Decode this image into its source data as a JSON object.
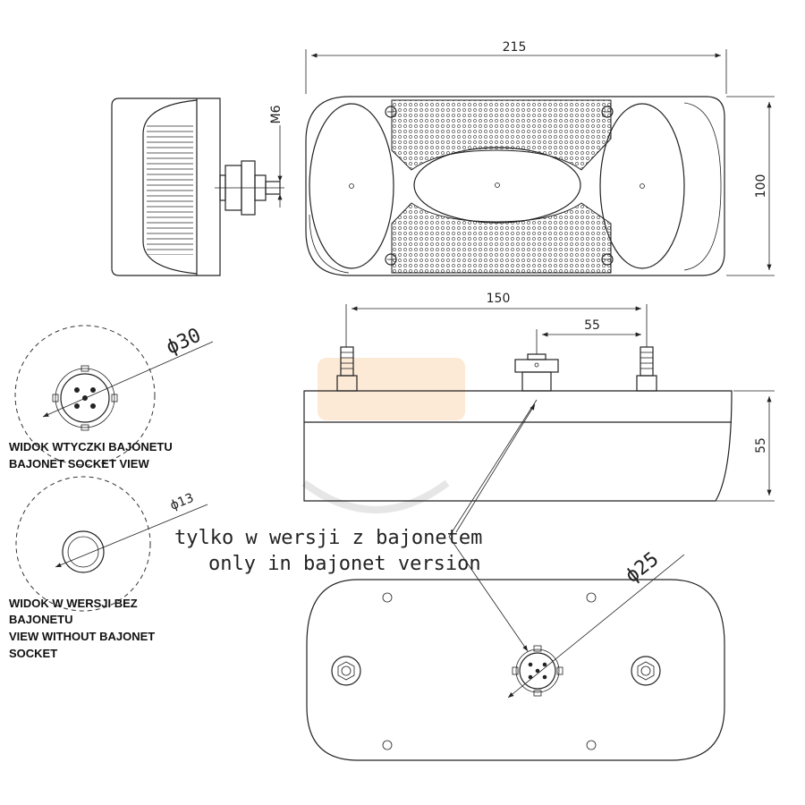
{
  "dimensions": {
    "length": "215",
    "height_front": "100",
    "thread": "M6",
    "bolt_spacing": "150",
    "offset": "55",
    "depth": "55",
    "bayonet_diameter": "ϕ25",
    "socket_diameter": "ϕ30",
    "hole_diameter": "ϕ13"
  },
  "labels": {
    "socket_view_pl": "WIDOK WTYCZKI BAJONETU",
    "socket_view_en": "BAJONET SOCKET VIEW",
    "without_pl_1": "WIDOK W WERSJI BEZ",
    "without_pl_2": "BAJONETU",
    "without_en_1": "VIEW WITHOUT BAJONET",
    "without_en_2": "SOCKET"
  },
  "notes": {
    "bayonet_only_pl": "tylko w wersji z bajonetem",
    "bayonet_only_en": "only in bajonet version"
  }
}
